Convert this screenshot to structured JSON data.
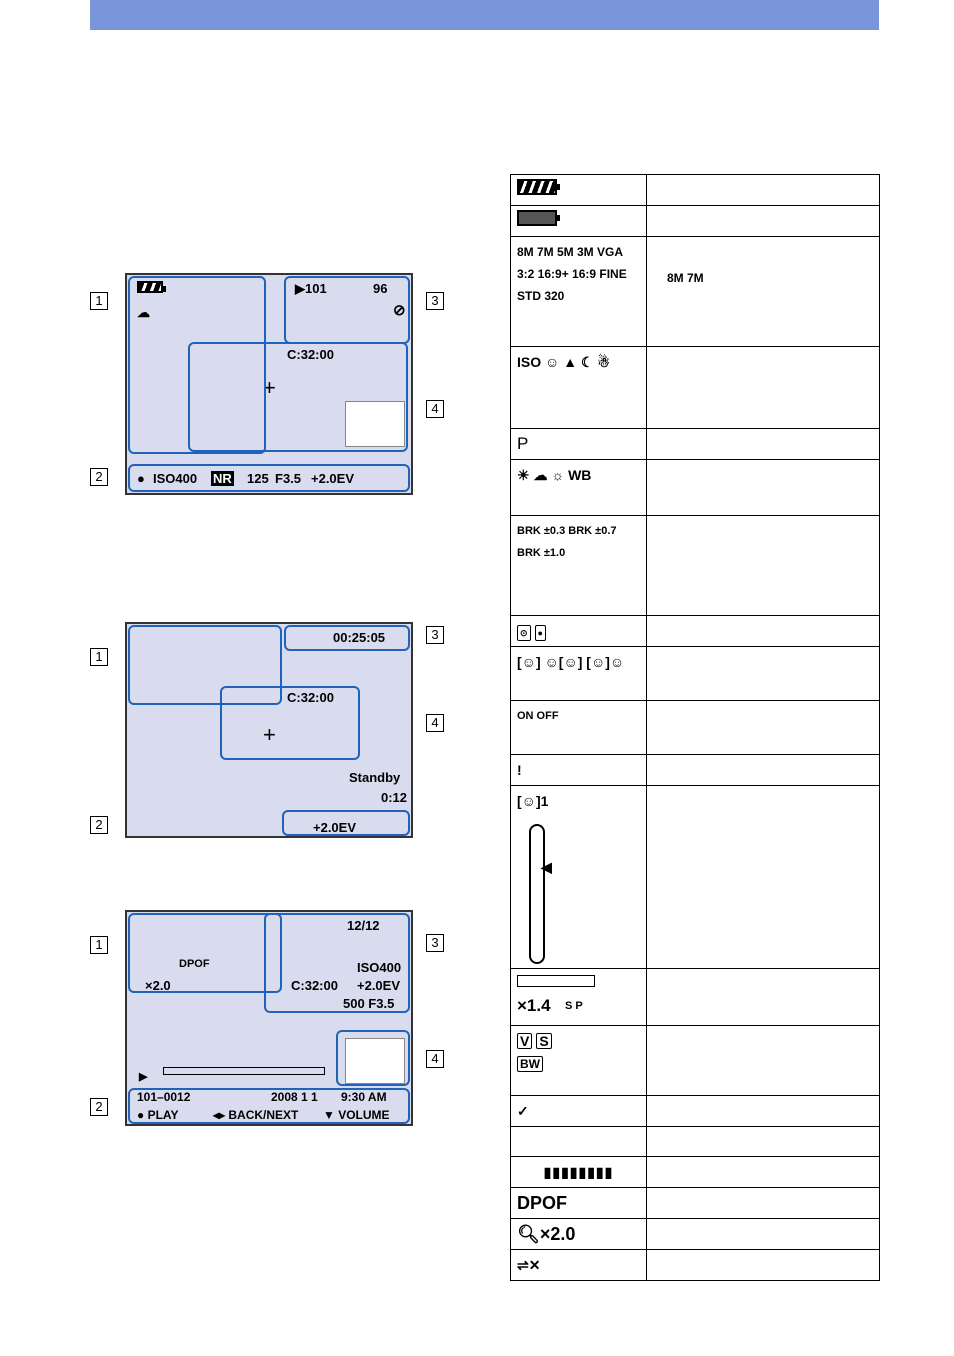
{
  "lcd1": {
    "top_right": "96",
    "timer": "C:32:00",
    "plus": "+",
    "bottom": {
      "dot": "●",
      "iso": "ISO400",
      "nr": "NR",
      "shutter": "125",
      "aperture": "F3.5",
      "ev": "+2.0EV"
    }
  },
  "lcd2": {
    "time": "00:25:05",
    "timer": "C:32:00",
    "plus": "+",
    "standby": "Standby",
    "standby_time": "0:12",
    "ev": "+2.0EV"
  },
  "lcd3": {
    "count": "12/12",
    "dpof": "DPOF",
    "zoom": "×2.0",
    "iso": "ISO400",
    "timer": "C:32:00",
    "ev": "+2.0EV",
    "shutter_aperture": "500  F3.5",
    "file": "101–0012",
    "date": "2008  1  1",
    "time": "9:30 AM",
    "play": "● PLAY",
    "back_next": "◂▸ BACK/NEXT",
    "volume": "▼ VOLUME"
  },
  "labels": {
    "n1": "1",
    "n2": "2",
    "n3": "3",
    "n4": "4"
  },
  "table": {
    "r1": "",
    "r2": "",
    "r3": "8M  7M  5M  3M  VGA  3:2  16:9+  16:9  FINE  STD  320",
    "r3b": "8M  7M",
    "r4": "ISO",
    "r5": "P",
    "r6": "WB",
    "r7": "BRK ±0.3  BRK ±0.7  BRK ±1.0",
    "r10": "ON  OFF",
    "r12": "1",
    "r13": "×1.4",
    "r13b": "S P",
    "r16": "",
    "r18": "DPOF",
    "r19": "×2.0"
  }
}
